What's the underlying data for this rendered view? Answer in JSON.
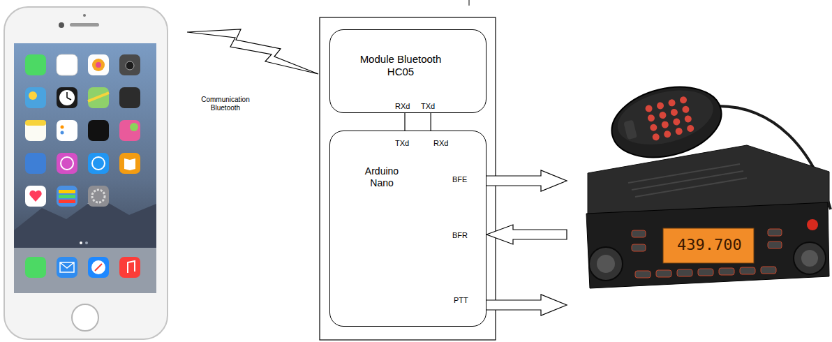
{
  "diagram": {
    "nodes": [
      {
        "text": [
          "Module Bluetooth HC05"
        ]
      },
      {
        "text": [
          "Arduino Nano"
        ]
      }
    ],
    "edges": [
      {
        "from": 0,
        "to": 1,
        "arrow": "none"
      },
      {
        "from": 0,
        "to": 1,
        "arrow": "none"
      }
    ],
    "labels": [
      "Communication Bluetooth",
      "RXd",
      "TXd",
      "TXd",
      "RXd",
      "BFE",
      "BFR",
      "PTT",
      "439.700"
    ]
  }
}
